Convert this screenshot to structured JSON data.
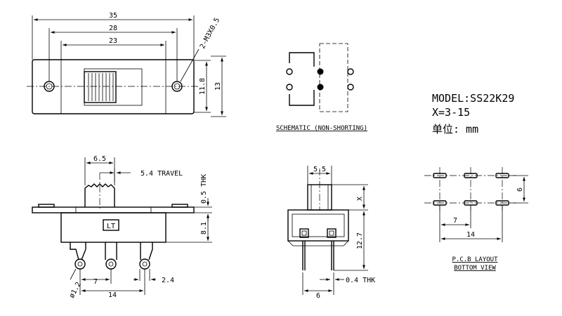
{
  "top_view": {
    "dim_overall": "35",
    "dim_holes": "28",
    "dim_body": "23",
    "dim_screw": "2-M3X0.5",
    "dim_height_inner": "11.8",
    "dim_height_outer": "13"
  },
  "schematic": {
    "caption": "SCHEMATIC (NON-SHORTING)"
  },
  "info": {
    "model": "MODEL:SS22K29",
    "x_range": "X=3-15",
    "unit": "单位: mm"
  },
  "side_view": {
    "dim_actuator": "6.5",
    "travel": "5.4 TRAVEL",
    "thk": "0.5 THK",
    "height": "8.1",
    "marking": "LT",
    "hole_dia": "ø1.2",
    "pitch": "7",
    "pin_width": "2.4",
    "span": "14"
  },
  "end_view": {
    "dim_actuator": "5.5",
    "dim_x": "X",
    "height": "12.7",
    "pin_thk": "0.4 THK",
    "width": "6"
  },
  "pcb": {
    "dim_row": "6",
    "dim_pitch": "7",
    "dim_span": "14",
    "caption_1": "P.C.B LAYOUT",
    "caption_2": "BOTTOM VIEW"
  }
}
